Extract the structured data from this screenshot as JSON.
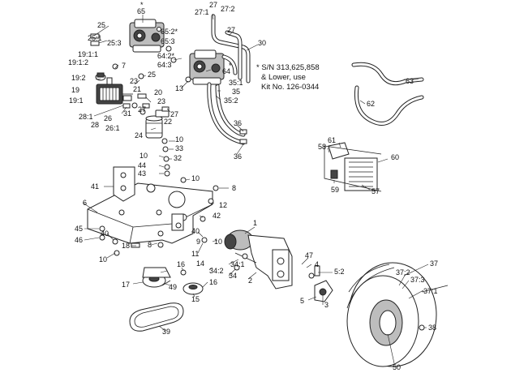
{
  "note": {
    "line1": "* S/N 313,625,858",
    "line2": "& Lower, use",
    "line3": "Kit No. 126-0344"
  },
  "labels": {
    "l65": "65",
    "l65_star": "*",
    "l65_2": "65:2*",
    "l65_3": "65:3",
    "l27_1": "27:1",
    "l27_top": "27",
    "l27_2": "27:2",
    "l27_hose": "27",
    "l30": "30",
    "l25": "25",
    "l25_1": "25:1",
    "l25_3": "25:3",
    "l64_2": "64:2*",
    "l64_3": "64:3",
    "l64": "64",
    "l64_star": "*",
    "l19_1_1": "19:1:1",
    "l19_1_2": "19:1:2",
    "l7": "7",
    "l19_2": "19:2",
    "l19": "19",
    "l19_1": "19:1",
    "l23a": "23",
    "l21": "21",
    "l25b": "25",
    "l13": "13",
    "l20": "20",
    "l23b": "23",
    "l35_1": "35:1",
    "l35": "35",
    "l35_2": "35:2",
    "l27a": "27",
    "l27b": "27",
    "l31": "31",
    "l28_1": "28:1",
    "l26": "26",
    "l28": "28",
    "l26_1": "26:1",
    "l22": "22",
    "l24": "24",
    "l36a": "36",
    "l36b": "36",
    "l63": "63",
    "l62": "62",
    "l61": "61",
    "l58": "58",
    "l60": "60",
    "l59": "59",
    "l57": "57",
    "l10a": "10",
    "l33": "33",
    "l10b": "10",
    "l32": "32",
    "l44": "44",
    "l43": "43",
    "l10c": "10",
    "l41": "41",
    "l8a": "8",
    "l6": "6",
    "l12": "12",
    "l42": "42",
    "l45": "45",
    "l40a": "40",
    "l46": "46",
    "l1": "1",
    "l40b": "40",
    "l9": "9",
    "l10d": "10",
    "l18": "18",
    "l8b": "8",
    "l11": "11",
    "l10e": "10",
    "l47": "47",
    "l4": "4",
    "l14": "14",
    "l34_1": "34:1",
    "l16a": "16",
    "l34_2": "34:2",
    "l34": "34",
    "l2": "2",
    "l5_2": "5:2",
    "l49": "49",
    "l17": "17",
    "l16b": "16",
    "l15": "15",
    "l5": "5",
    "l3": "3",
    "l37": "37",
    "l37_2": "37:2",
    "l37_3": "37:3",
    "l37_1": "37:1",
    "l39": "39",
    "l38": "38",
    "l50": "50"
  }
}
